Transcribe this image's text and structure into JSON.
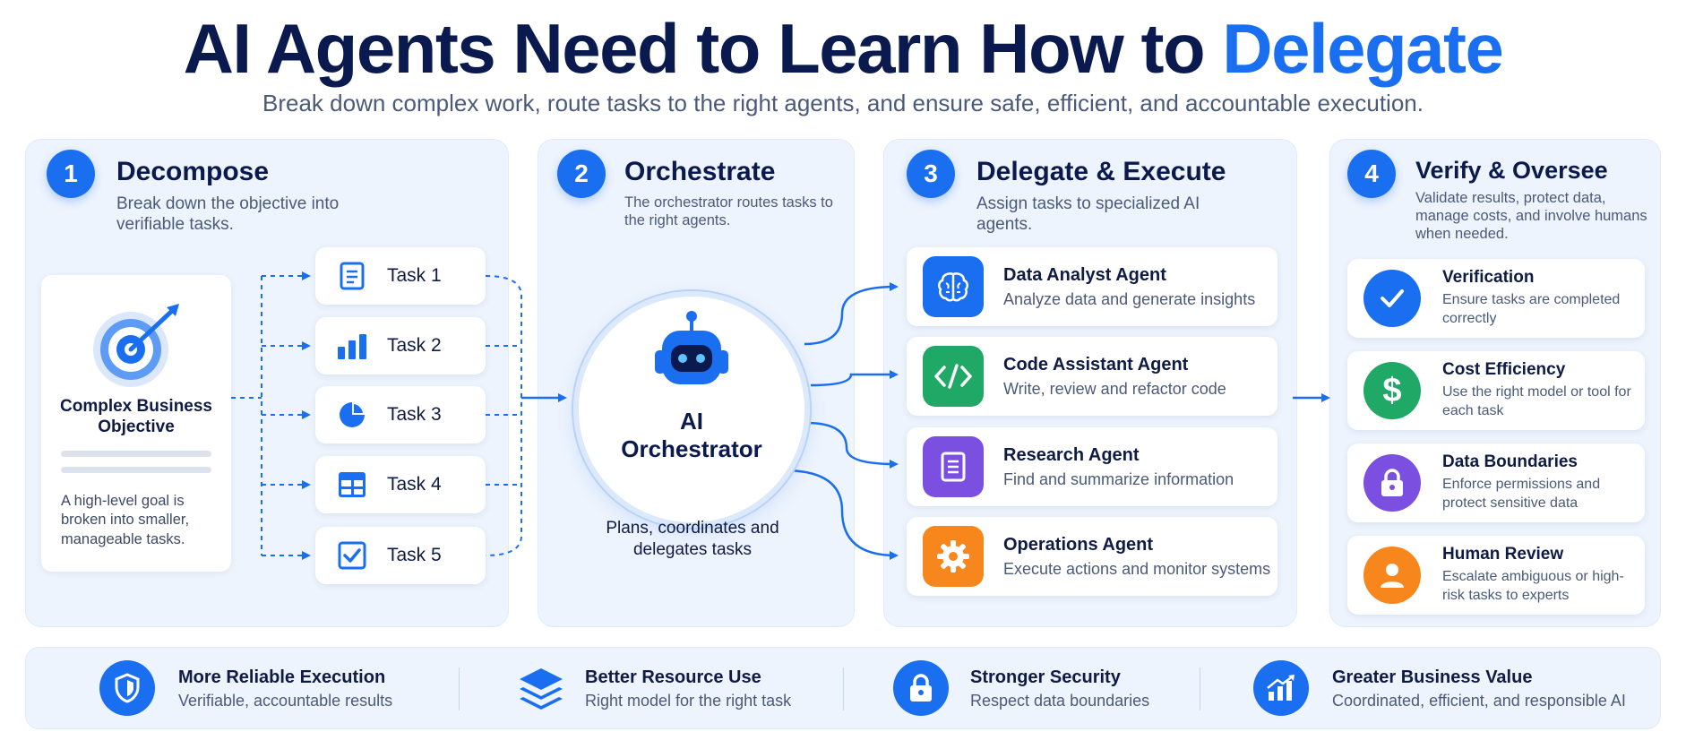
{
  "header": {
    "title_main": "AI Agents Need to Learn How to ",
    "title_accent": "Delegate",
    "subtitle": "Break down complex work, route tasks to the right agents, and ensure safe, efficient, and accountable execution."
  },
  "steps": [
    {
      "num": "1",
      "title": "Decompose",
      "desc": "Break down the objective into verifiable tasks."
    },
    {
      "num": "2",
      "title": "Orchestrate",
      "desc": "The orchestrator routes tasks to the right agents."
    },
    {
      "num": "3",
      "title": "Delegate & Execute",
      "desc": "Assign tasks to specialized AI agents."
    },
    {
      "num": "4",
      "title": "Verify & Oversee",
      "desc": "Validate results, protect data, manage costs, and involve humans when needed."
    }
  ],
  "objective": {
    "title": "Complex Business Objective",
    "desc": "A high-level goal is broken into smaller, manageable tasks.",
    "icon": "target-icon"
  },
  "tasks": [
    {
      "label": "Task 1",
      "icon": "document-icon"
    },
    {
      "label": "Task 2",
      "icon": "bar-chart-icon"
    },
    {
      "label": "Task 3",
      "icon": "pie-chart-icon"
    },
    {
      "label": "Task 4",
      "icon": "table-icon"
    },
    {
      "label": "Task 5",
      "icon": "checkbox-icon"
    }
  ],
  "orchestrator": {
    "label": "AI Orchestrator",
    "caption": "Plans, coordinates and delegates tasks",
    "icon": "robot-icon"
  },
  "agents": [
    {
      "name": "Data Analyst Agent",
      "desc": "Analyze data and generate insights",
      "icon": "brain-icon",
      "color": "#1a6ff0"
    },
    {
      "name": "Code Assistant Agent",
      "desc": "Write, review and refactor code",
      "icon": "code-icon",
      "color": "#1fa866"
    },
    {
      "name": "Research Agent",
      "desc": "Find and summarize information",
      "icon": "document-icon",
      "color": "#7b4fe0"
    },
    {
      "name": "Operations Agent",
      "desc": "Execute actions and monitor systems",
      "icon": "gear-icon",
      "color": "#f7861c"
    }
  ],
  "verifications": [
    {
      "name": "Verification",
      "desc": "Ensure tasks are completed correctly",
      "icon": "check-icon",
      "color": "#1a6ff0"
    },
    {
      "name": "Cost Efficiency",
      "desc": "Use the right model or tool for each task",
      "icon": "dollar-icon",
      "color": "#1fa866"
    },
    {
      "name": "Data Boundaries",
      "desc": "Enforce permissions and protect sensitive data",
      "icon": "lock-icon",
      "color": "#7b4fe0"
    },
    {
      "name": "Human Review",
      "desc": "Escalate ambiguous or high-risk tasks to experts",
      "icon": "person-icon",
      "color": "#f7861c"
    }
  ],
  "benefits": [
    {
      "name": "More Reliable Execution",
      "desc": "Verifiable, accountable results",
      "icon": "shield-icon"
    },
    {
      "name": "Better Resource Use",
      "desc": "Right model for the right task",
      "icon": "layers-icon"
    },
    {
      "name": "Stronger Security",
      "desc": "Respect data boundaries",
      "icon": "lock-icon"
    },
    {
      "name": "Greater Business Value",
      "desc": "Coordinated, efficient, and responsible AI",
      "icon": "growth-chart-icon"
    }
  ]
}
